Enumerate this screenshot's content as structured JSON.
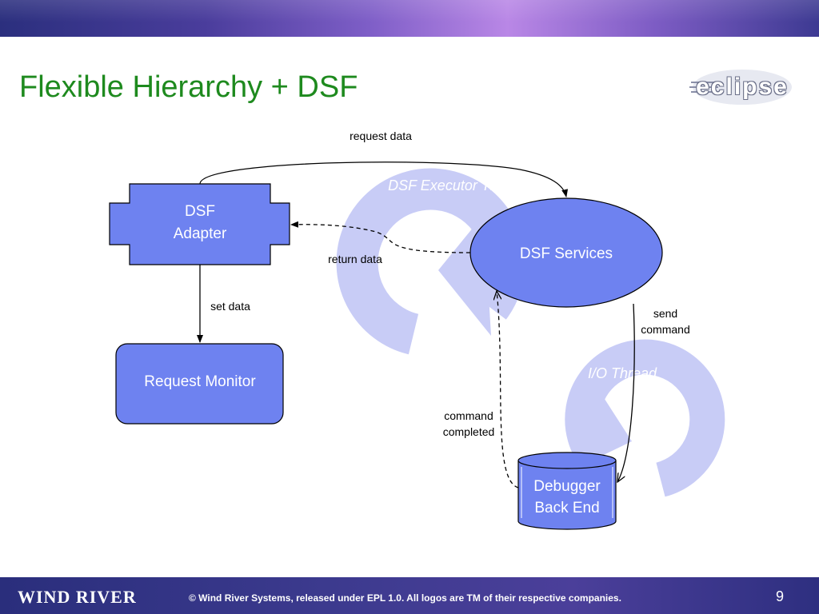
{
  "slide": {
    "title": "Flexible Hierarchy + DSF",
    "logo_text": "eclipse",
    "footer_brand": "WIND RIVER",
    "footer_copyright": "© Wind River Systems, released under EPL 1.0.  All logos are TM of their respective companies.",
    "page_number": "9"
  },
  "diagram": {
    "threads": {
      "executor": "DSF Executor Thread",
      "io": "I/O Thread"
    },
    "nodes": {
      "adapter_line1": "DSF",
      "adapter_line2": "Adapter",
      "services": "DSF Services",
      "monitor": "Request Monitor",
      "backend_line1": "Debugger",
      "backend_line2": "Back End"
    },
    "edges": {
      "request_data": "request data",
      "return_data": "return data",
      "set_data": "set data",
      "send_line1": "send",
      "send_line2": "command",
      "completed_line1": "command",
      "completed_line2": "completed"
    }
  },
  "colors": {
    "title_green": "#1e8a1e",
    "node_fill": "#6e82f0",
    "thread_arrow": "#c8ccf6"
  }
}
